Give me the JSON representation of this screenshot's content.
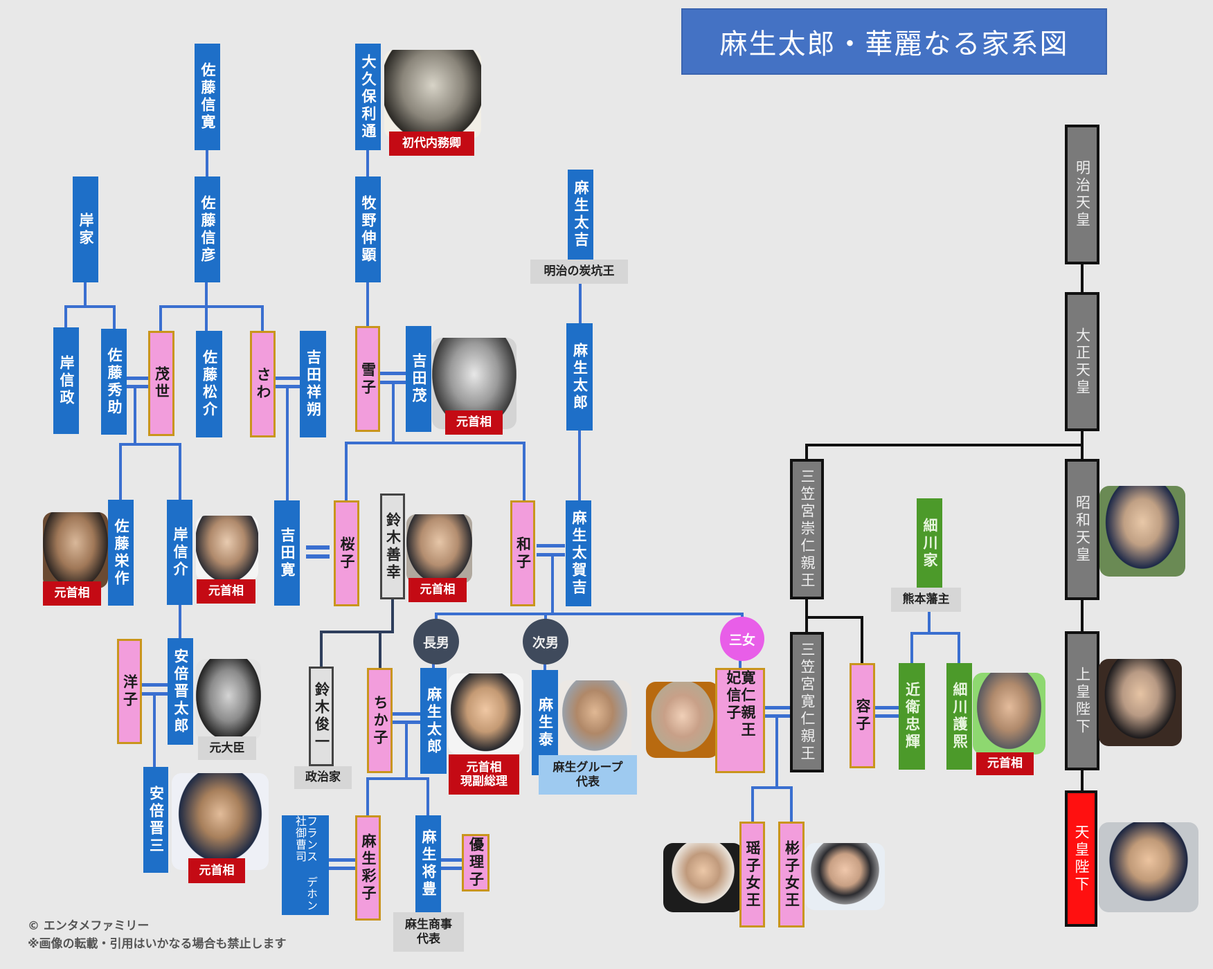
{
  "title": "麻生太郎・華麗なる家系図",
  "footer": {
    "copyright": "© エンタメファミリー",
    "notice": "※画像の転載・引用はいかなる場合も禁止します"
  },
  "colors": {
    "male_node": "#1e6fc8",
    "female_node": "#f29ddc",
    "female_border": "#c9951c",
    "imperial_node": "#7a7a7a",
    "current_emperor": "#ff1010",
    "hosokawa_node": "#4c9a2a",
    "title_bg": "#4472c4",
    "role_label": "#c40a14",
    "line": "#3a6fd0"
  },
  "people": {
    "sato_nobuhiro": "佐藤信寛",
    "sato_nobuhiko": "佐藤信彦",
    "kishi_family": "岸家",
    "okubo": "大久保利通",
    "makino": "牧野伸顕",
    "aso_takichi": "麻生太吉",
    "aso_taro_elder": "麻生太郎",
    "kishi_nobumasa": "岸信政",
    "sato_hidesuke": "佐藤秀助",
    "moyo": "茂世",
    "sato_matsusuke": "佐藤松介",
    "sawa": "さわ",
    "yoshida_shosaku": "吉田祥朔",
    "yukiko": "雪子",
    "yoshida_shigeru": "吉田茂",
    "sato_eisaku": "佐藤栄作",
    "kishi_nobusuke": "岸信介",
    "yoshida_hiroshi": "吉田寛",
    "sakurako": "桜子",
    "suzuki_zenko": "鈴木善幸",
    "kazuko": "和子",
    "aso_takakichi": "麻生太賀吉",
    "yoko": "洋子",
    "abe_shintaro": "安倍晋太郎",
    "abe_shinzo": "安倍晋三",
    "suzuki_shunichi": "鈴木俊一",
    "chikako": "ちか子",
    "aso_taro": "麻生太郎",
    "aso_yutaka": "麻生泰",
    "french_heir": "フランス デホン社御曹司",
    "aso_ayako": "麻生彩子",
    "aso_masatoyo": "麻生将豊",
    "yuriko": "優理子",
    "nobuko": "寛仁親王 妃信子",
    "tomohito": "三笠宮寛仁親王",
    "takahito": "三笠宮崇仁親王",
    "yoko_mikasa": "瑶子女王",
    "akiko": "彬子女王",
    "yasuko": "容子",
    "hosokawa_family": "細川家",
    "konoe": "近衛忠輝",
    "hosokawa_morihiro": "細川護熙",
    "meiji": "明治天皇",
    "taisho": "大正天皇",
    "showa": "昭和天皇",
    "joko": "上皇陛下",
    "tenno": "天皇陛下"
  },
  "labels": {
    "okubo": "初代内務卿",
    "yoshida_shigeru": "元首相",
    "takichi": "明治の炭坑王",
    "sato_eisaku": "元首相",
    "kishi_nobusuke": "元首相",
    "suzuki_zenko": "元首相",
    "abe_shintaro": "元大臣",
    "abe_shinzo": "元首相",
    "suzuki_shunichi": "政治家",
    "aso_taro_line1": "元首相",
    "aso_taro_line2": "現副総理",
    "aso_yutaka_line1": "麻生グループ",
    "aso_yutaka_line2": "代表",
    "masatoyo_line1": "麻生商事",
    "masatoyo_line2": "代表",
    "hosokawa": "熊本藩主",
    "hosokawa_morihiro": "元首相"
  },
  "badges": {
    "eldest_son": "長男",
    "second_son": "次男",
    "third_daughter": "三女"
  }
}
